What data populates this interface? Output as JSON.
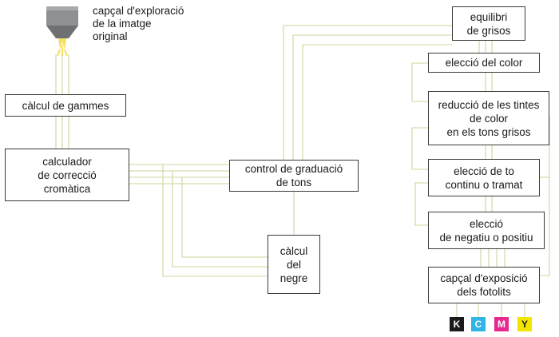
{
  "scan_head_label": "capçal d'exploració\nde la imatge\noriginal",
  "boxes": {
    "gamma": "càlcul de gammes",
    "color_correction": "calculador\nde correcció\ncromàtica",
    "tone_control": "control de graduació\nde tons",
    "black_calc": "càlcul\ndel\nnegre",
    "gray_balance": "equilibri\nde grisos",
    "color_choice": "elecció del color",
    "ink_reduction": "reducció de les tintes\nde color\nen els tons grisos",
    "tone_choice": "elecció de to\ncontinu o tramat",
    "neg_pos_choice": "elecció\nde negatiu o positiu",
    "exposure_head": "capçal d'exposició\ndels fotolits"
  },
  "inks": [
    {
      "letter": "K",
      "color": "#1a1a1a",
      "text_color": "#ffffff"
    },
    {
      "letter": "C",
      "color": "#2fb5e6",
      "text_color": "#ffffff"
    },
    {
      "letter": "M",
      "color": "#e8288f",
      "text_color": "#ffffff"
    },
    {
      "letter": "Y",
      "color": "#f2e500",
      "text_color": "#1a1a1a"
    }
  ],
  "colors": {
    "wire": "#cfd49a",
    "border": "#3a3a3a",
    "lamp": "#f5e060"
  }
}
